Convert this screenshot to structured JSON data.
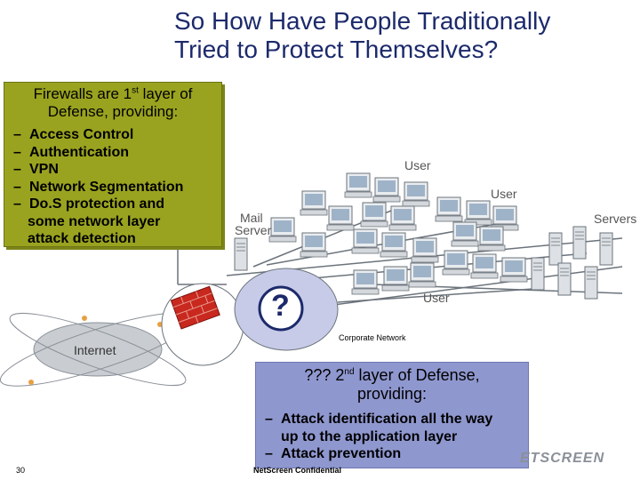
{
  "title": {
    "line1": "So How Have People Traditionally",
    "line2": "Tried to Protect Themselves?"
  },
  "left_box": {
    "head_a": "Firewalls are 1",
    "head_sup": "st",
    "head_b": " layer of",
    "head_line2": "Defense, providing:",
    "dash": "–",
    "items": [
      "Access Control",
      "Authentication",
      "VPN",
      "Network Segmentation",
      "Do.S protection and"
    ],
    "cont1": "some network layer",
    "cont2": "attack detection"
  },
  "right_box": {
    "head_a": "??? 2",
    "head_sup": "nd",
    "head_b": " layer of Defense,",
    "head_line2": "providing:",
    "dash": "–",
    "item1_line1": "Attack identification all the way",
    "item1_line2": "up to the application layer",
    "item2": "Attack prevention"
  },
  "labels": {
    "user_top": "User",
    "user_mid": "User",
    "user_bottom": "User",
    "servers": "Servers",
    "mail_server_1": "Mail",
    "mail_server_2": "Server",
    "internet": "Internet",
    "corporate_network": "Corporate Network",
    "question": "?"
  },
  "footer": {
    "page_number": "30",
    "confidential": "NetScreen Confidential",
    "logo": "ETSCREEN"
  },
  "colors": {
    "title": "#1c2a6b",
    "left_box": "#9aa31f",
    "right_box": "#8f97cf",
    "firewall": "#c8281e",
    "question_bubble": "#c7cbe8"
  }
}
